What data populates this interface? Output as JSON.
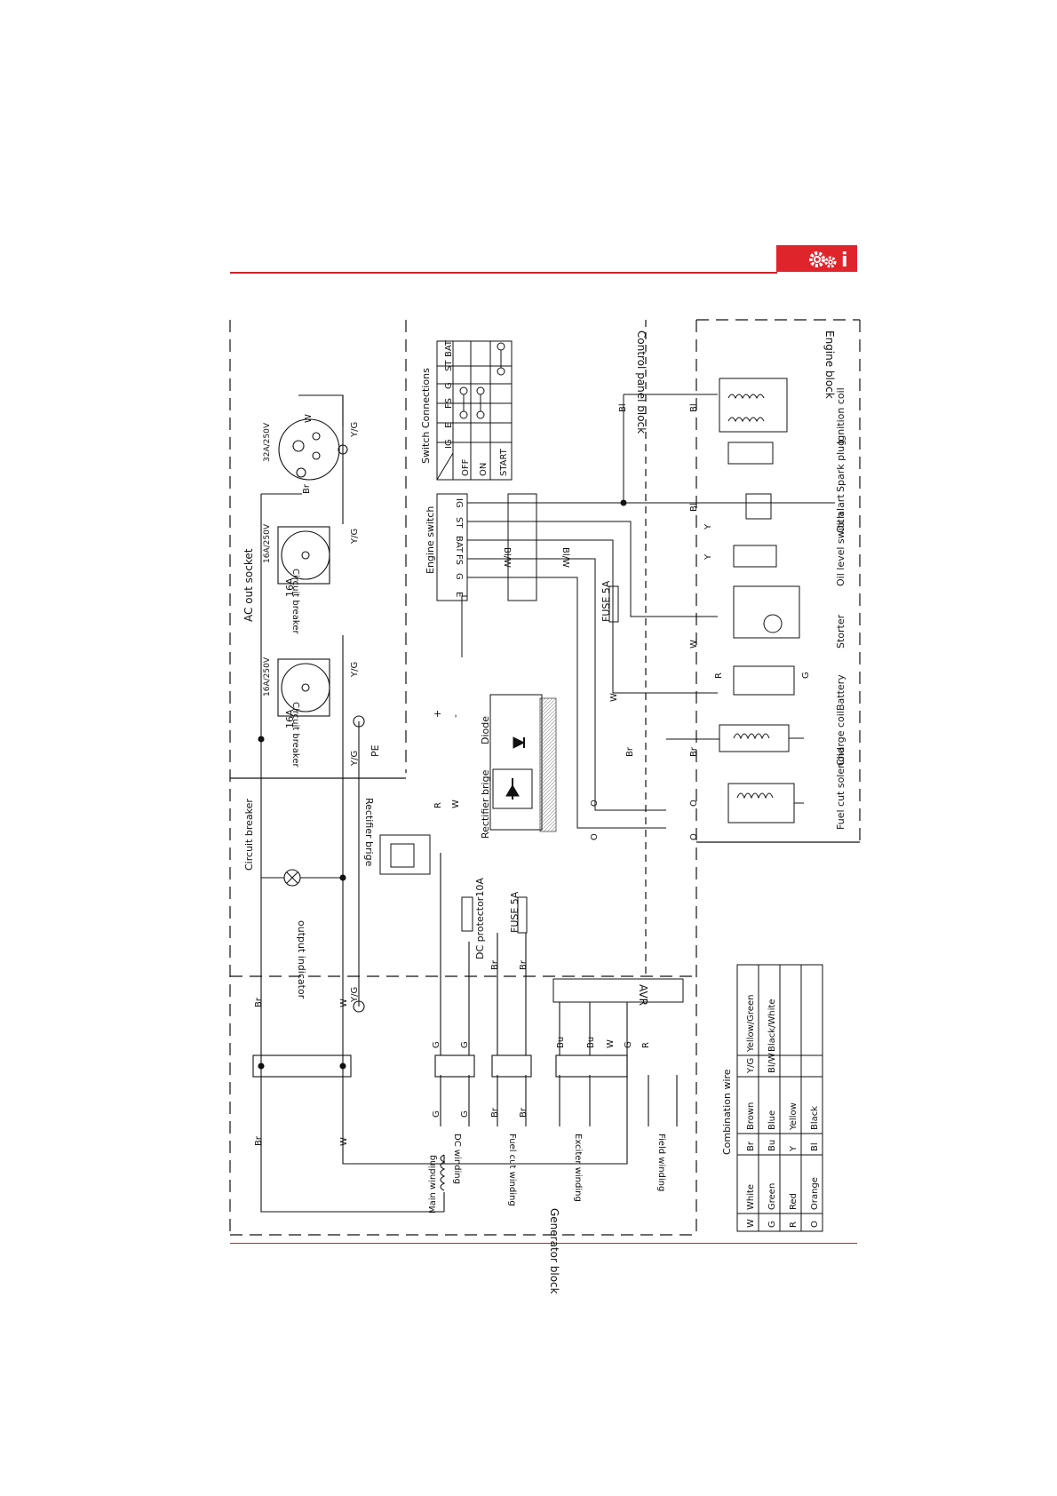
{
  "header": {
    "accent_color": "#e0242b",
    "badge_icons": [
      "gears-icon",
      "info-icon"
    ],
    "info_glyph": "i"
  },
  "blocks": {
    "control_panel": "Control panel block",
    "engine": "Engine block",
    "generator": "Generator block"
  },
  "sockets": {
    "title": "AC out socket",
    "rating_32": "32A/250V",
    "rating_16a": "16A/250V",
    "rating_16b": "16A/250V",
    "cb1_label": "Circuit breaker",
    "cb2_label": "Circuit breaker",
    "cb_rating1": "16A",
    "cb_rating2": "16A",
    "pe": "PE"
  },
  "switch_table": {
    "title": "Switch Connections",
    "cols": [
      "IG",
      "E",
      "FS",
      "G",
      "ST",
      "BAT"
    ],
    "rows": [
      "OFF",
      "ON",
      "START"
    ]
  },
  "engine_switch": {
    "title": "Engine switch",
    "terminals": [
      "IG",
      "ST",
      "BAT",
      "FS",
      "G",
      "E"
    ]
  },
  "components": {
    "circuit_breaker": "Circuit breaker",
    "output_indicator": "output indicator",
    "rectifier_brige": "Rectifier brige",
    "rectifier_brige_2": "Rectifier brige",
    "diode": "Diode",
    "dc_protector": "DC protector10A",
    "fuse1": "FUSE 5A",
    "fuse2": "FUSE 5A",
    "avr": "AVR",
    "plus": "+",
    "minus": "-"
  },
  "engine_parts": [
    "Ignition coil",
    "Spark plug",
    "Oil alart",
    "Oil level switch",
    "Storter",
    "Battery",
    "Charge coil",
    "Fuel cut solenoid"
  ],
  "windings": [
    "Main winding",
    "DC winding",
    "Fuel cut winding",
    "Exciter winding",
    "Field winding"
  ],
  "wire_labels": {
    "w": "W",
    "br": "Br",
    "yg": "Y/G",
    "r": "R",
    "bl": "Bl",
    "blw": "Bl/W",
    "o": "O",
    "g": "G",
    "bu": "Bu",
    "y": "Y"
  },
  "legend": {
    "title": "Combination wire",
    "rows": [
      [
        "W",
        "White",
        "Br",
        "Brown",
        "Y/G",
        "Yellow/Green"
      ],
      [
        "G",
        "Green",
        "Bu",
        "Blue",
        "Bl/W",
        "Black/White"
      ],
      [
        "R",
        "Red",
        "Y",
        "Yellow",
        "",
        ""
      ],
      [
        "O",
        "Orange",
        "Bl",
        "Black",
        "",
        ""
      ]
    ]
  }
}
